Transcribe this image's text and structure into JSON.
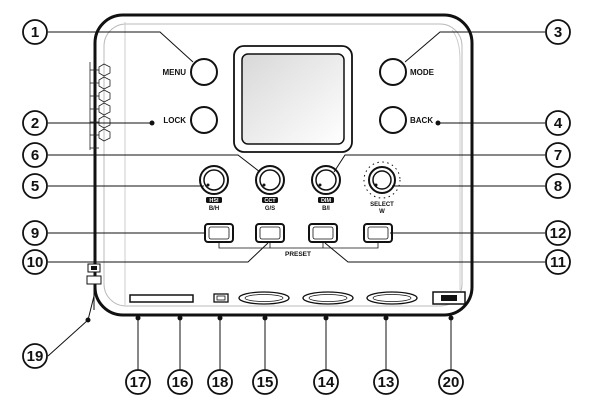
{
  "buttons": {
    "menu": "MENU",
    "lock": "LOCK",
    "mode": "MODE",
    "back": "BACK"
  },
  "knobs": {
    "hsi": {
      "tag": "HSI",
      "sub": "B/H"
    },
    "cct": {
      "tag": "CCT",
      "sub": "G/S"
    },
    "dim": {
      "tag": "DIM",
      "sub": "B/I"
    },
    "select": {
      "sub1": "SELECT",
      "sub2": "W"
    }
  },
  "preset_label": "PRESET",
  "callouts": [
    "1",
    "2",
    "3",
    "4",
    "5",
    "6",
    "7",
    "8",
    "9",
    "10",
    "11",
    "12",
    "13",
    "14",
    "15",
    "16",
    "17",
    "18",
    "19",
    "20"
  ],
  "colors": {
    "ink": "#111111",
    "panel": "#ffffff"
  }
}
